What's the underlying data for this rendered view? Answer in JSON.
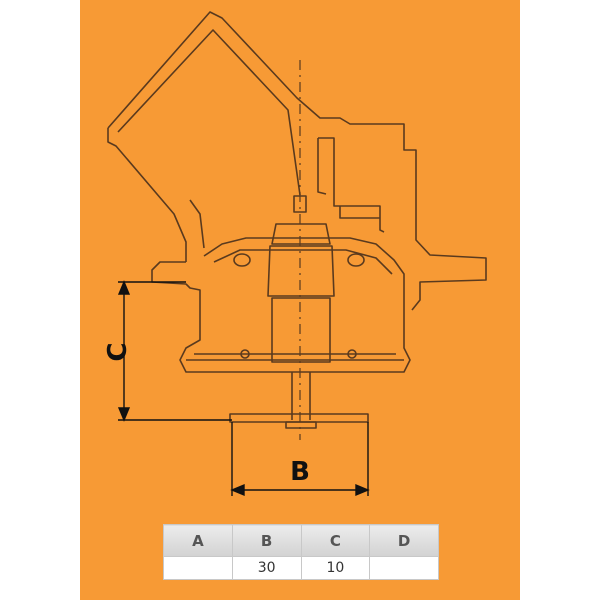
{
  "dimensions": {
    "label_c": "C",
    "label_b": "B"
  },
  "table": {
    "headers": [
      "A",
      "B",
      "C",
      "D"
    ],
    "values": [
      "",
      "30",
      "10",
      ""
    ]
  },
  "colors": {
    "background": "#f79a35",
    "line": "#5a3a1e",
    "dimension": "#111111"
  }
}
